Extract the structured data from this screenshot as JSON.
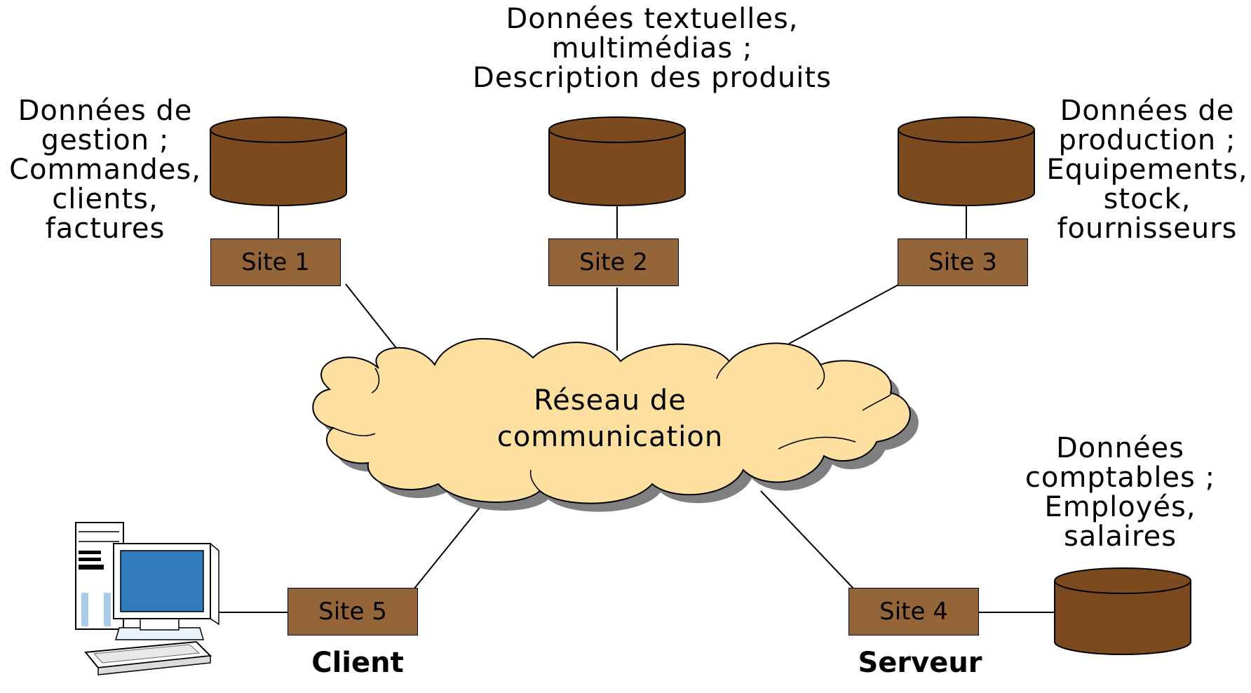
{
  "network": {
    "line1": "Réseau de",
    "line2": "communication"
  },
  "sites": {
    "s1": "Site 1",
    "s2": "Site 2",
    "s3": "Site 3",
    "s4": "Site 4",
    "s5": "Site 5"
  },
  "descriptions": {
    "d1": [
      "Données de",
      "gestion ;",
      "Commandes,",
      "clients,",
      "factures"
    ],
    "d2": [
      "Données textuelles,",
      "multimédias ;",
      "Description des produits"
    ],
    "d3": [
      "Données de",
      "production ;",
      "Equipements,",
      "stock,",
      "fournisseurs"
    ],
    "d4": [
      "Données",
      "comptables ;",
      "Employés,",
      "salaires"
    ]
  },
  "roles": {
    "client": "Client",
    "server": "Serveur"
  },
  "colors": {
    "database": "#7b4a1e",
    "site_box": "#946538",
    "cloud": "#fddf9f",
    "cloud_shadow": "#7f7f7f",
    "monitor_screen": "#2f7bbd"
  }
}
